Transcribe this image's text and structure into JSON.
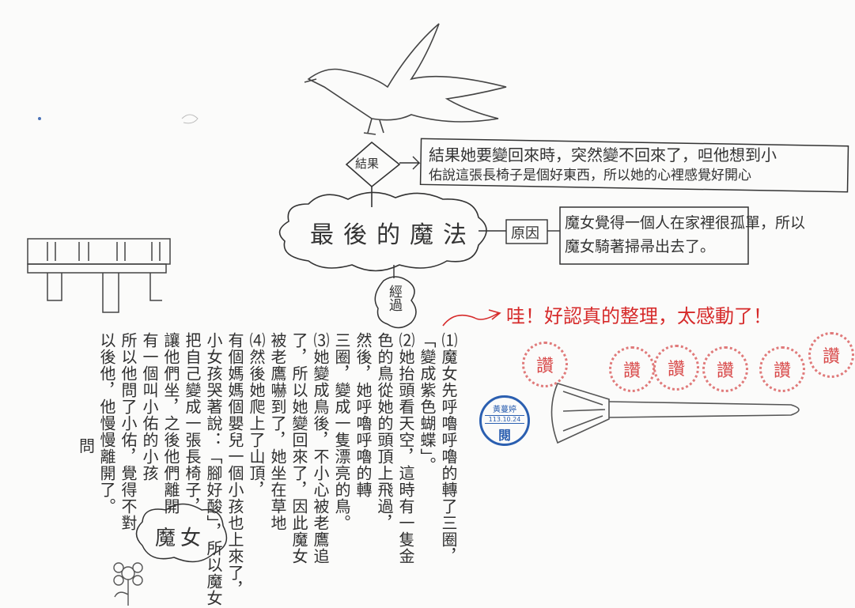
{
  "center": {
    "title": "最後的魔法"
  },
  "result": {
    "tag": "結果",
    "line1": "結果她要變回來時，突然變不回來了，呾他想到小",
    "line2": "佑說這張長椅子是個好東西，所以她的心裡感覺好開心"
  },
  "reason": {
    "tag": "原因",
    "line1": "魔女覺得一個人在家裡很孤單，所以",
    "line2": "魔女騎著掃帚出去了。"
  },
  "process": {
    "tag": "經過",
    "columns": [
      "⑴魔女先呼嚕呼嚕的轉了三圈，",
      "「變成紫色蝴蝶」。",
      "⑵她抬頭看天空，這時有一隻金",
      "色的鳥從她的頭頂上飛過，",
      "然後，她呼嚕呼嚕的轉",
      "三圈，變成一隻漂亮的鳥。",
      "⑶她變成鳥後，不小心被老鷹追",
      "了，所以她變回來了，因此魔女",
      "被老鷹嚇到了，她坐在草地",
      "⑷然後她爬上了山頂，",
      "有個媽媽個嬰兒一個小孩也上來了，",
      "小女孩哭著說：「腳好酸」，所以魔女",
      "把自己變成一張長椅子，",
      "讓他們坐，之後他們離開",
      "有一個叫小佑的小孩",
      "所以他問了小佑，覺得不對",
      "以後他，他慢慢離開了。"
    ]
  },
  "witch": {
    "label": "魔女"
  },
  "teacher": {
    "comment": "哇！好認真的整理，太感動了！",
    "stamps": [
      "讚",
      "讚",
      "讚",
      "讚",
      "讚",
      "讚"
    ],
    "seal_name": "黃蔓婷",
    "seal_date": "113.10.24",
    "seal_mark": "閱"
  },
  "colors": {
    "ink": "#3a3a3a",
    "red": "#d62a2a",
    "blue": "#2b5fb0",
    "stamp": "#e07a7a"
  }
}
